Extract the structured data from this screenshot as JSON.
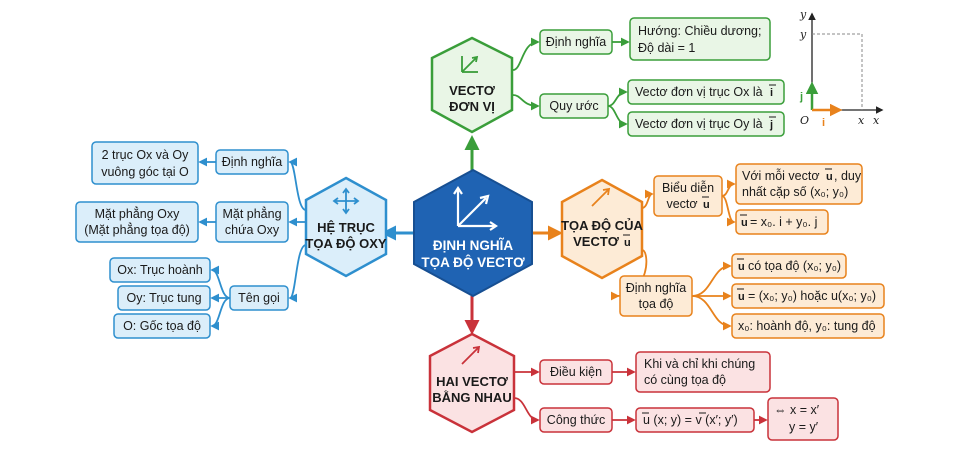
{
  "center": {
    "line1": "ĐỊNH NGHĨA",
    "line2": "TỌA ĐỘ VECTƠ"
  },
  "colors": {
    "center": "#1f63b3",
    "green": "#3a9e3a",
    "green_fill": "#e9f6e6",
    "orange": "#e8821c",
    "orange_fill": "#fdebd6",
    "red": "#c9323a",
    "red_fill": "#fbe2e3",
    "blue": "#2e8fce",
    "blue_fill": "#dbeefa"
  },
  "don_vi": {
    "title1": "VECTƠ",
    "title2": "ĐƠN VỊ",
    "dinh_nghia": "Định nghĩa",
    "dinh_nghia_line1": "Hướng: Chiều dương;",
    "dinh_nghia_line2": "Độ dài = 1",
    "quy_uoc": "Quy ước",
    "quy_uoc_1": "Vectơ đơn vị trục Ox là",
    "quy_uoc_2": "Vectơ đơn vị trục Oy là",
    "i": "i",
    "j": "j"
  },
  "he_truc": {
    "title1": "HỆ TRỤC",
    "title2": "TỌA ĐỘ OXY",
    "dinh_nghia": "Định nghĩa",
    "dinh_nghia_line1": "2 trục Ox và Oy",
    "dinh_nghia_line2": "vuông góc tại O",
    "mat_phang1": "Mặt phẳng",
    "mat_phang2": "chứa Oxy",
    "mat_phang_d1": "Mặt phẳng Oxy",
    "mat_phang_d2": "(Mặt phẳng tọa độ)",
    "ten_goi": "Tên gọi",
    "ox": "Ox: Trục hoành",
    "oy": "Oy: Trục tung",
    "o": "O: Gốc tọa độ"
  },
  "toa_do": {
    "title1": "TỌA ĐỘ CỦA",
    "title2": "VECTƠ",
    "u": "u",
    "bieu_dien1": "Biểu diễn",
    "bieu_dien2": "vectơ",
    "bd_line1a": "Với mỗi vectơ",
    "bd_line1b": ", duy",
    "bd_line2": "nhất cặp số (x₀; y₀)",
    "bd_formula": "= x₀. i + y₀. j",
    "dn1": "Định nghĩa",
    "dn2": "tọa độ",
    "dn_a": "có tọa độ (x₀; y₀)",
    "dn_b": "= (x₀; y₀) hoặc u(x₀; y₀)",
    "dn_c": "x₀: hoành độ, y₀: tung độ"
  },
  "bang_nhau": {
    "title1": "HAI VECTƠ",
    "title2": "BẰNG NHAU",
    "dieu_kien": "Điều kiện",
    "dk_line1": "Khi và chỉ khi chúng",
    "dk_line2": "có cùng tọa độ",
    "cong_thuc": "Công thức",
    "ct_formula": "u (x; y) = v (x′; y′)",
    "ct_r1": "⇔ x = x′",
    "ct_r2": "y = y′"
  },
  "axes": {
    "y1": "y",
    "y2": "y",
    "x1": "x",
    "x2": "x",
    "o": "O",
    "i": "i",
    "j": "j"
  }
}
